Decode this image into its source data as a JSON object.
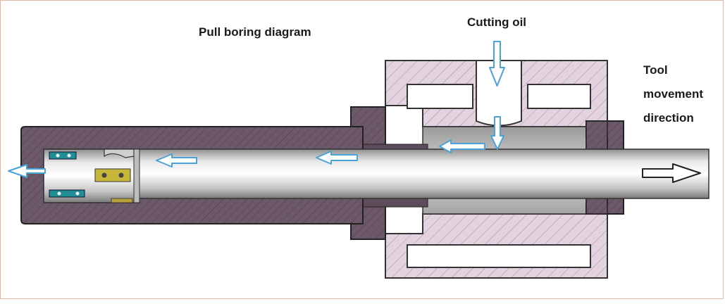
{
  "labels": {
    "title": "Pull boring diagram",
    "cutting_oil": "Cutting oil",
    "direction_line1": "Tool",
    "direction_line2": "movement",
    "direction_line3": "direction"
  },
  "colors": {
    "frame_border": "#e3b9a4",
    "housing_hatch": "#dcc9d8",
    "hatch_line": "#a88aa5",
    "dark_part": "#6a5666",
    "oil_arrow": "#5aa9d6",
    "steel_shaft": "#d8d8d8"
  },
  "icons": [
    "oil-flow-arrow",
    "movement-arrow",
    "cutting-insert"
  ]
}
